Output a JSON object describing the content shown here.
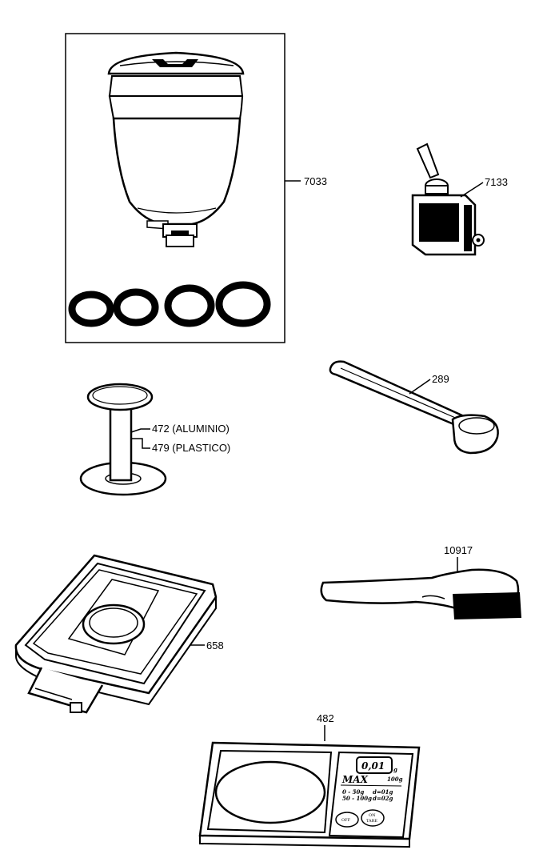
{
  "parts": {
    "grinder_hopper": {
      "code": "7033"
    },
    "switch": {
      "code": "7133"
    },
    "tamper": {
      "code_aluminium": "472 (ALUMINIO)",
      "code_plastic": "479 (PLASTICO)"
    },
    "spoon": {
      "code": "289"
    },
    "brush": {
      "code": "10917"
    },
    "drip_tray": {
      "code": "658"
    },
    "scale": {
      "code": "482",
      "display": "0,01",
      "display_unit": "g",
      "max_label": "MAX",
      "max_value": "100g",
      "range1": "0 - 50g",
      "res1": "d=01g",
      "range2": "50 - 100g",
      "res2": "d=02g",
      "off_label": "OFF",
      "on_label": "ON",
      "tare_label": "TARE"
    }
  }
}
